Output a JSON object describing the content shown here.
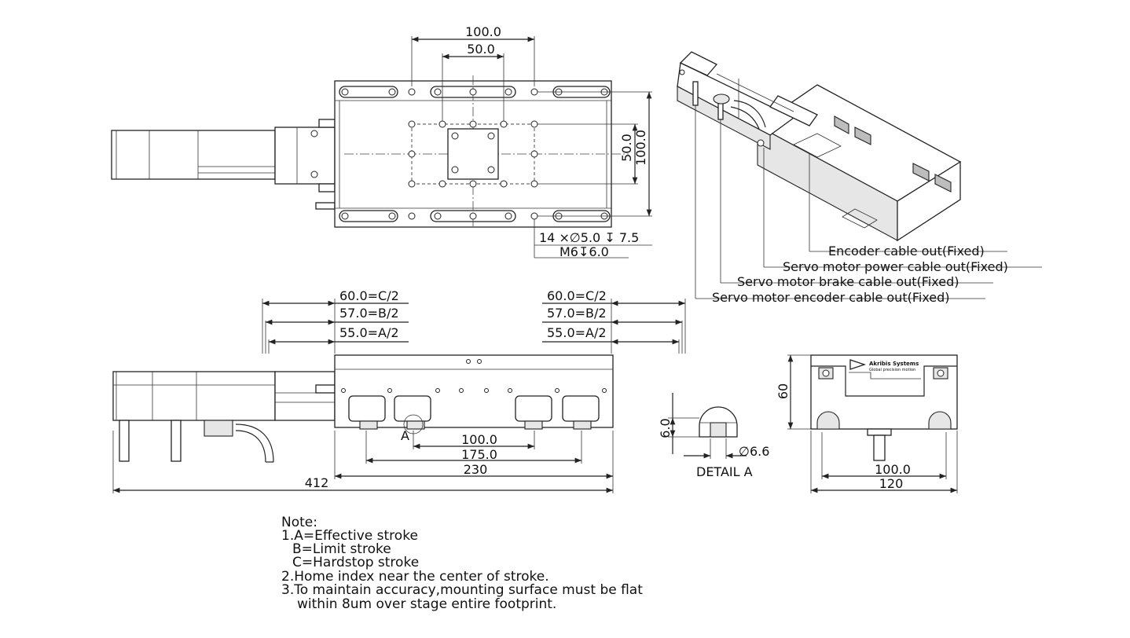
{
  "top_view": {
    "dims": {
      "width_100": "100.0",
      "width_50": "50.0",
      "height_50": "50.0",
      "height_100": "100.0"
    },
    "hole_callout_1": "14 ×∅5.0 ↧ 7.5",
    "hole_callout_2": "M6↧6.0"
  },
  "iso_view": {
    "callouts": [
      "Encoder cable out(Fixed)",
      "Servo motor power cable out(Fixed)",
      "Servo motor brake cable out(Fixed)",
      "Servo motor encoder cable out(Fixed)"
    ]
  },
  "side_view": {
    "stroke_left": [
      "60.0=C/2",
      "57.0=B/2",
      "55.0=A/2"
    ],
    "stroke_right": [
      "60.0=C/2",
      "57.0=B/2",
      "55.0=A/2"
    ],
    "detail_marker": "A",
    "bottom_dims": [
      "100.0",
      "175.0",
      "230",
      "412"
    ]
  },
  "detail_a": {
    "title": "DETAIL A",
    "depth": "6.0",
    "diameter": "∅6.6"
  },
  "end_view": {
    "height": "60",
    "inner_width": "100.0",
    "outer_width": "120",
    "logo_text": "Akribis Systems",
    "logo_sub": "Global precision motion"
  },
  "notes": {
    "title": "Note:",
    "lines": [
      "1.A=Effective stroke",
      "B=Limit stroke",
      "C=Hardstop stroke",
      "2.Home index near the center of stroke.",
      "3.To maintain accuracy,mounting surface must be flat",
      "within 8um over stage entire footprint."
    ]
  }
}
